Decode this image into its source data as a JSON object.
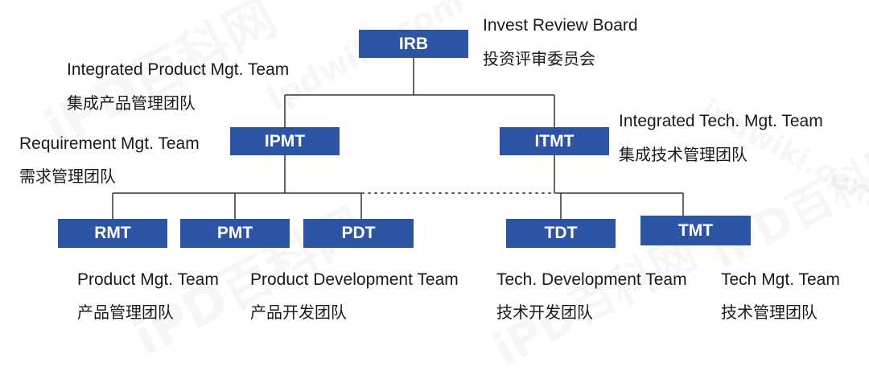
{
  "watermark": {
    "text": "iPD百科网",
    "url": "ipdwiki.com"
  },
  "nodes": {
    "irb": {
      "abbr": "IRB",
      "en": "Invest Review Board",
      "cn": "投资评审委员会"
    },
    "ipmt": {
      "abbr": "IPMT",
      "en": "Integrated Product Mgt. Team",
      "cn": "集成产品管理团队"
    },
    "itmt": {
      "abbr": "ITMT",
      "en": "Integrated Tech. Mgt. Team",
      "cn": "集成技术管理团队"
    },
    "rmt": {
      "abbr": "RMT",
      "en": "Requirement Mgt. Team",
      "cn": "需求管理团队"
    },
    "pmt": {
      "abbr": "PMT",
      "en": "Product Mgt. Team",
      "cn": "产品管理团队"
    },
    "pdt": {
      "abbr": "PDT",
      "en": "Product Development Team",
      "cn": "产品开发团队"
    },
    "tdt": {
      "abbr": "TDT",
      "en": "Tech. Development Team",
      "cn": "技术开发团队"
    },
    "tmt": {
      "abbr": "TMT",
      "en": "Tech Mgt. Team",
      "cn": "技术管理团队"
    }
  },
  "colors": {
    "box_fill": "#2E54A6",
    "box_text": "#FFFFFF",
    "line": "#333333",
    "label_text": "#1A1A1A"
  }
}
